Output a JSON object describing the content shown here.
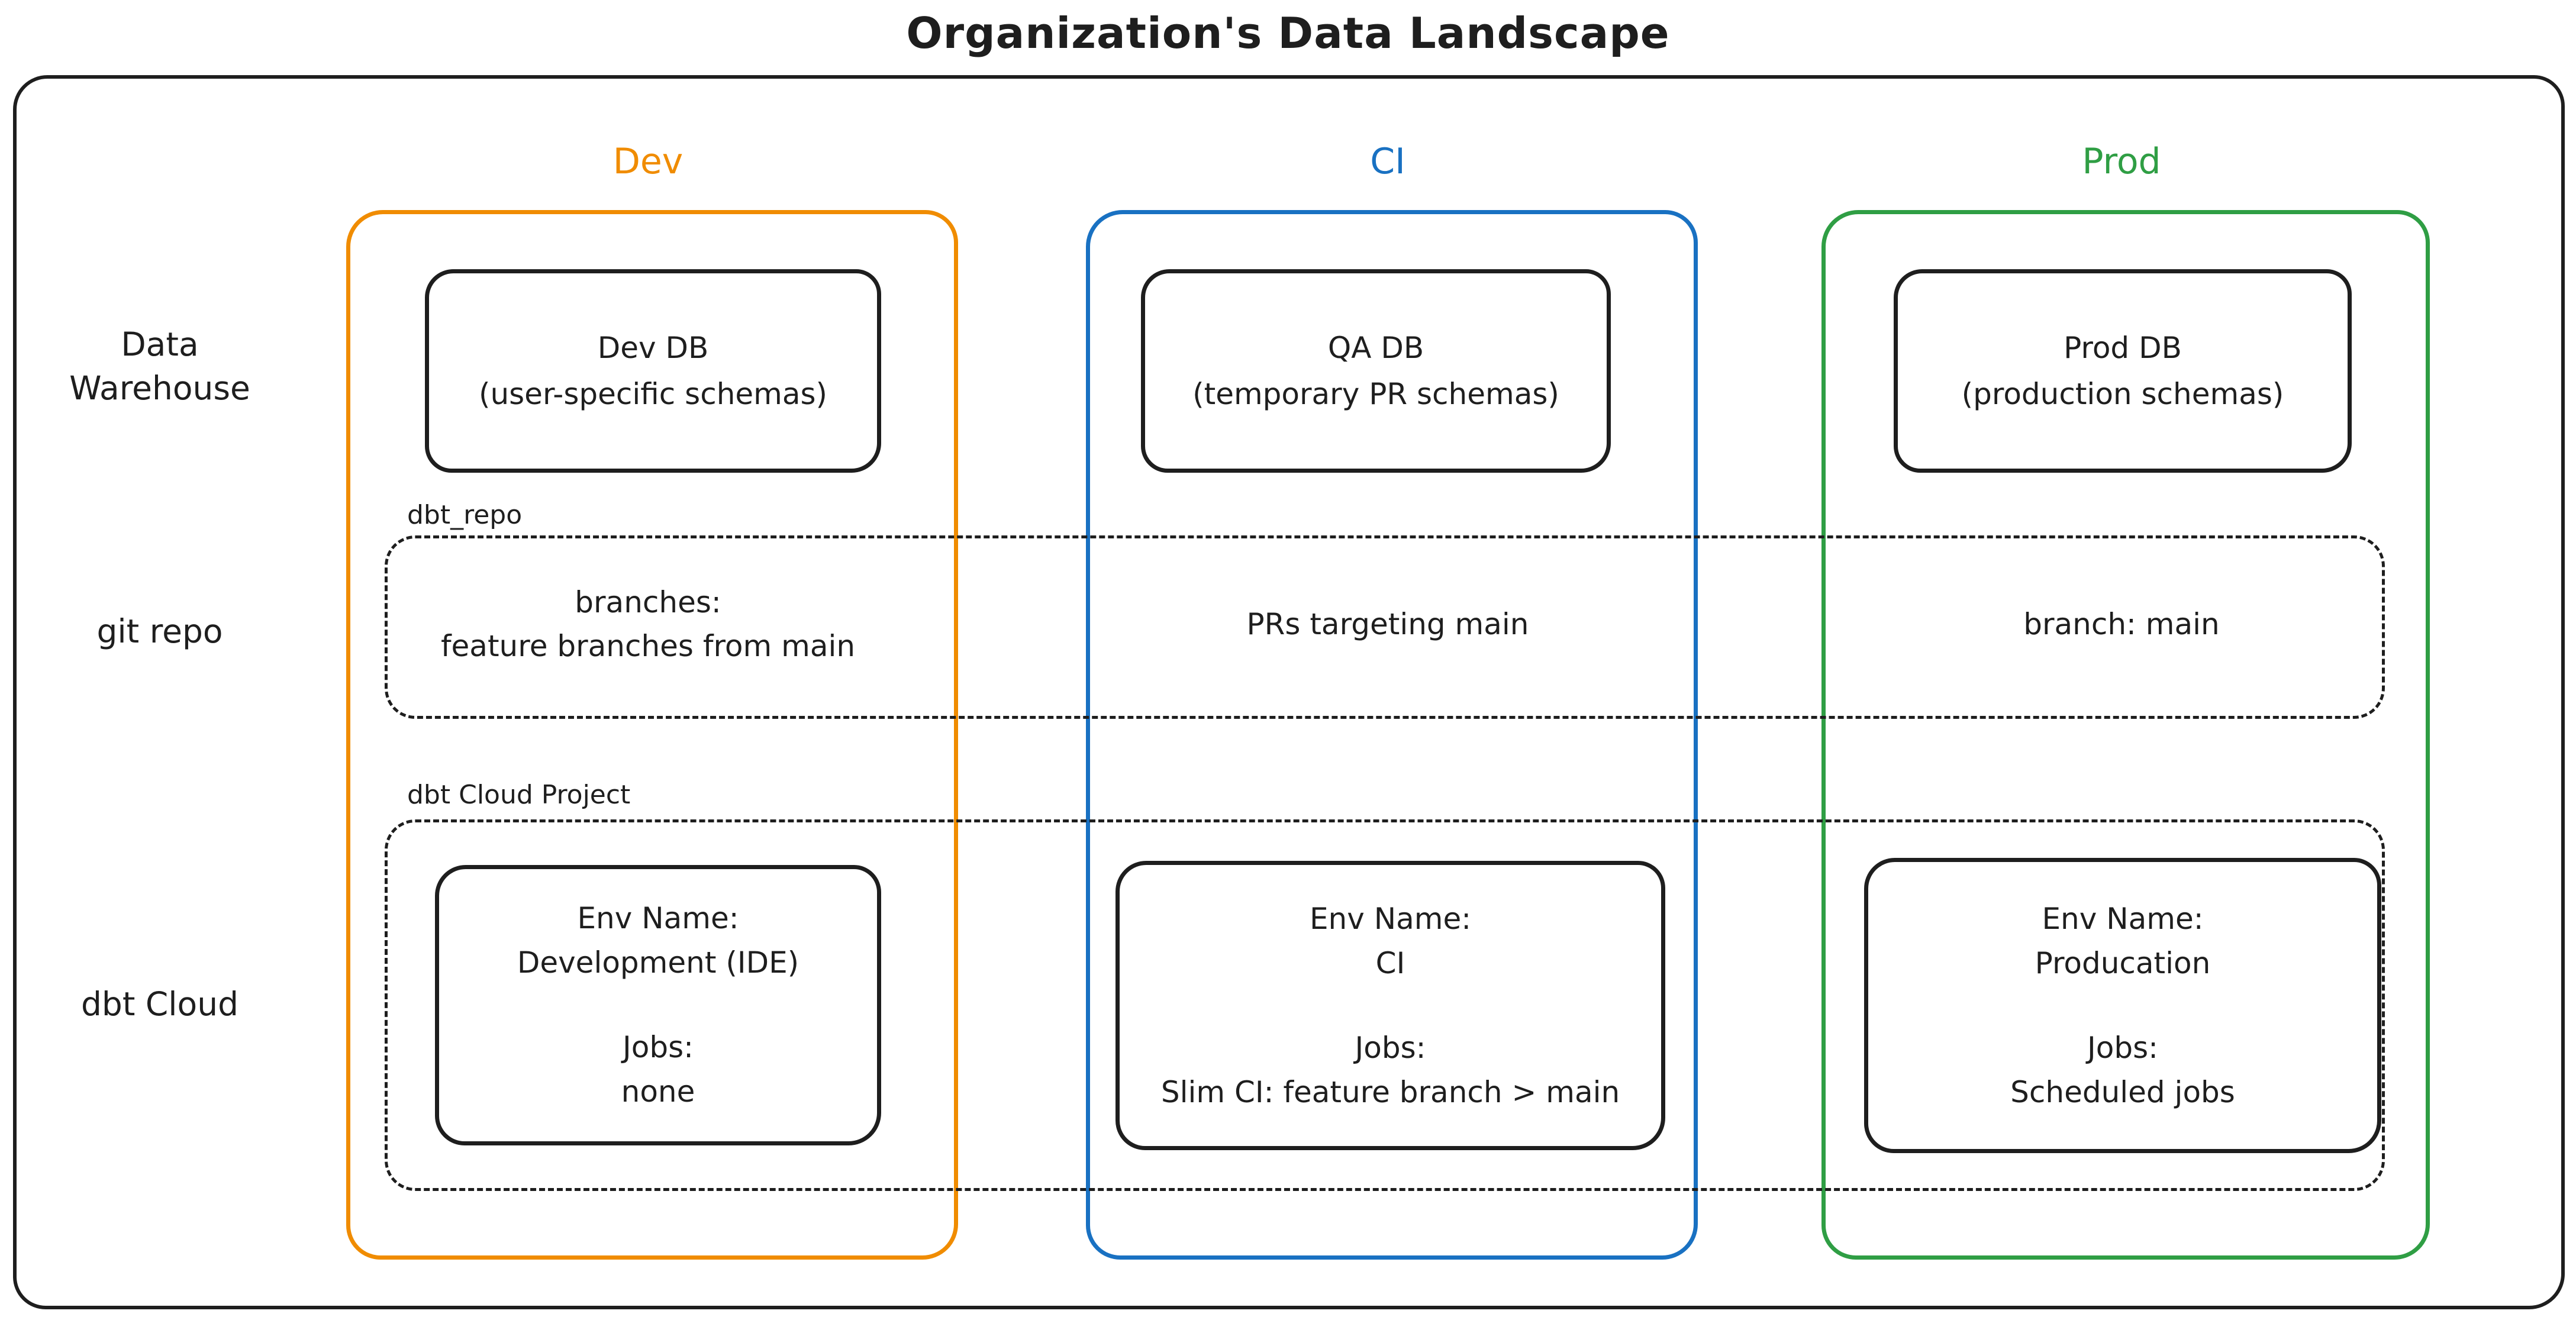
{
  "title": "Organization's Data Landscape",
  "colors": {
    "dev": "#f08c00",
    "ci": "#1971c2",
    "prod": "#2f9e44",
    "ink": "#1e1e1e"
  },
  "column_headers": {
    "dev": "Dev",
    "ci": "CI",
    "prod": "Prod"
  },
  "row_labels": {
    "warehouse_line1": "Data",
    "warehouse_line2": "Warehouse",
    "git": "git repo",
    "cloud": "dbt Cloud"
  },
  "warehouse": {
    "dev": {
      "name": "Dev DB",
      "schemas": "(user-specific schemas)"
    },
    "ci": {
      "name": "QA DB",
      "schemas": "(temporary PR schemas)"
    },
    "prod": {
      "name": "Prod DB",
      "schemas": "(production schemas)"
    }
  },
  "git_band": {
    "label": "dbt_repo",
    "dev_line1": "branches:",
    "dev_line2": "feature branches from main",
    "ci": "PRs targeting main",
    "prod": "branch: main"
  },
  "cloud_band": {
    "label": "dbt Cloud Project",
    "env_name_label": "Env Name:",
    "jobs_label": "Jobs:",
    "dev": {
      "env": "Development (IDE)",
      "jobs": "none"
    },
    "ci": {
      "env": "CI",
      "jobs": "Slim CI: feature branch > main"
    },
    "prod": {
      "env": "Producation",
      "jobs": "Scheduled jobs"
    }
  }
}
